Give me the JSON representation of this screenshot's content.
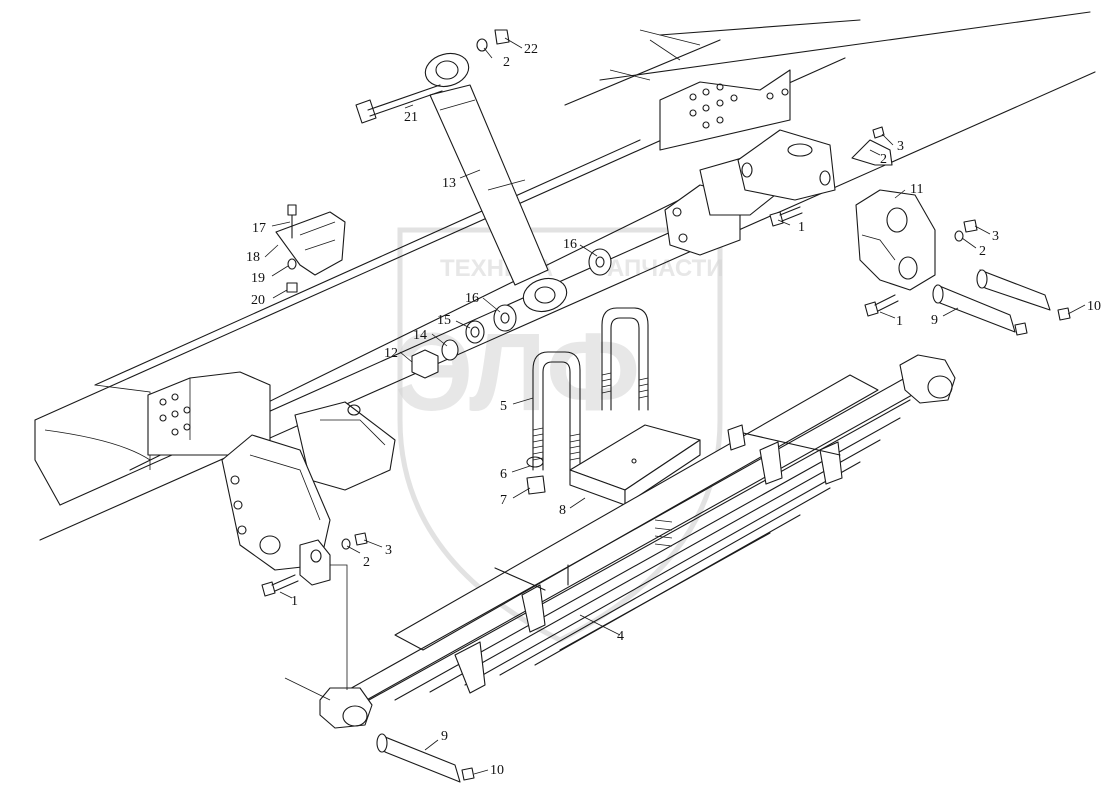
{
  "watermark": {
    "line1_left": "ТЕХНИКА",
    "line1_right": "ЗАПЧАСТИ",
    "monogram": "ЭЛФ"
  },
  "callouts": [
    {
      "id": "c1a",
      "text": "1"
    },
    {
      "id": "c1b",
      "text": "1"
    },
    {
      "id": "c1c",
      "text": "1"
    },
    {
      "id": "c2a",
      "text": "2"
    },
    {
      "id": "c2b",
      "text": "2"
    },
    {
      "id": "c2c",
      "text": "2"
    },
    {
      "id": "c2d",
      "text": "2"
    },
    {
      "id": "c3a",
      "text": "3"
    },
    {
      "id": "c3b",
      "text": "3"
    },
    {
      "id": "c3c",
      "text": "3"
    },
    {
      "id": "c4",
      "text": "4"
    },
    {
      "id": "c5",
      "text": "5"
    },
    {
      "id": "c6",
      "text": "6"
    },
    {
      "id": "c7",
      "text": "7"
    },
    {
      "id": "c8",
      "text": "8"
    },
    {
      "id": "c9a",
      "text": "9"
    },
    {
      "id": "c9b",
      "text": "9"
    },
    {
      "id": "c10a",
      "text": "10"
    },
    {
      "id": "c10b",
      "text": "10"
    },
    {
      "id": "c11",
      "text": "11"
    },
    {
      "id": "c12",
      "text": "12"
    },
    {
      "id": "c13",
      "text": "13"
    },
    {
      "id": "c14",
      "text": "14"
    },
    {
      "id": "c15",
      "text": "15"
    },
    {
      "id": "c16a",
      "text": "16"
    },
    {
      "id": "c16b",
      "text": "16"
    },
    {
      "id": "c17",
      "text": "17"
    },
    {
      "id": "c18",
      "text": "18"
    },
    {
      "id": "c19",
      "text": "19"
    },
    {
      "id": "c20",
      "text": "20"
    },
    {
      "id": "c21",
      "text": "21"
    },
    {
      "id": "c22",
      "text": "22"
    }
  ]
}
